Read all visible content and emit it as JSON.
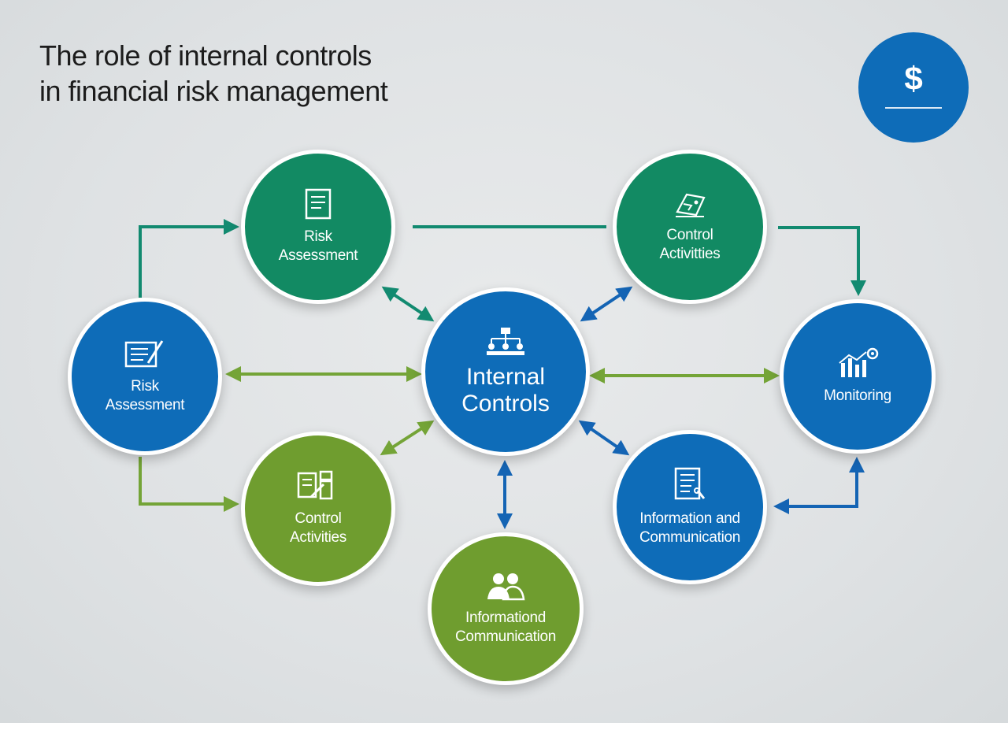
{
  "title": {
    "line1": "The role of internal controls",
    "line2": "in financial risk management"
  },
  "badge": {
    "glyph": "$",
    "icon": "dollar-icon"
  },
  "nodes": {
    "center": {
      "line1": "Internal",
      "line2": "Controls",
      "icon": "org-chart-icon",
      "color": "#0e6cb8"
    },
    "risk_top": {
      "line1": "Risk",
      "line2": "Assessment",
      "icon": "document-icon",
      "color": "#128a63"
    },
    "control_top": {
      "line1": "Control",
      "line2": "Activitties",
      "icon": "map-icon",
      "color": "#128a63"
    },
    "risk_left": {
      "line1": "Risk",
      "line2": "Assessment",
      "icon": "checklist-pen-icon",
      "color": "#0e6cb8"
    },
    "monitoring": {
      "line1": "Monitoring",
      "line2": "",
      "icon": "bar-chart-gear-icon",
      "color": "#0e6cb8"
    },
    "control_bottom": {
      "line1": "Control",
      "line2": "Activities",
      "icon": "files-icon",
      "color": "#6f9d2f"
    },
    "info_right": {
      "line1": "Information and",
      "line2": "Communication",
      "icon": "report-icon",
      "color": "#0e6cb8"
    },
    "info_bottom": {
      "line1": "Informationd",
      "line2": "Communication",
      "icon": "people-icon",
      "color": "#6f9d2f"
    }
  },
  "colors": {
    "teal_line": "#128a70",
    "green_line": "#74a437",
    "blue_line": "#1464b4"
  }
}
